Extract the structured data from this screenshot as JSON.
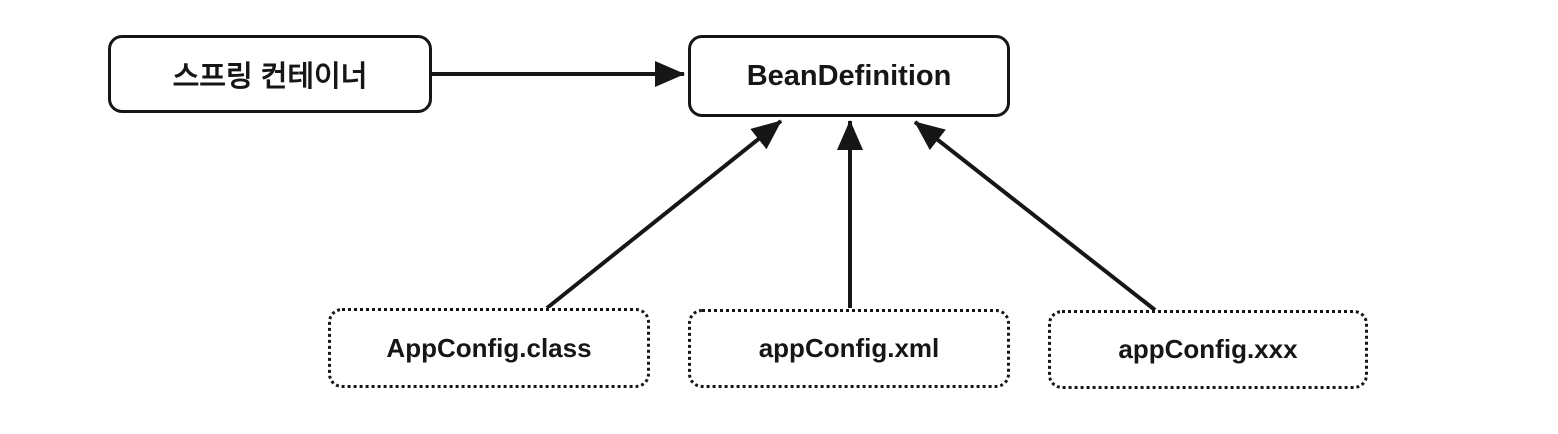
{
  "diagram": {
    "title": "BeanDefinition sources diagram",
    "colors": {
      "background": "#ffffff",
      "stroke": "#161616",
      "text": "#161616"
    },
    "nodes": {
      "spring_container": {
        "label": "스프링 컨테이너",
        "border": "solid"
      },
      "bean_definition": {
        "label": "BeanDefinition",
        "border": "solid"
      },
      "app_config_class": {
        "label": "AppConfig.class",
        "border": "dotted"
      },
      "app_config_xml": {
        "label": "appConfig.xml",
        "border": "dotted"
      },
      "app_config_xxx": {
        "label": "appConfig.xxx",
        "border": "dotted"
      }
    },
    "edges": [
      {
        "from": "spring_container",
        "to": "bean_definition",
        "direction": "right"
      },
      {
        "from": "app_config_class",
        "to": "bean_definition",
        "direction": "up"
      },
      {
        "from": "app_config_xml",
        "to": "bean_definition",
        "direction": "up"
      },
      {
        "from": "app_config_xxx",
        "to": "bean_definition",
        "direction": "up"
      }
    ]
  }
}
